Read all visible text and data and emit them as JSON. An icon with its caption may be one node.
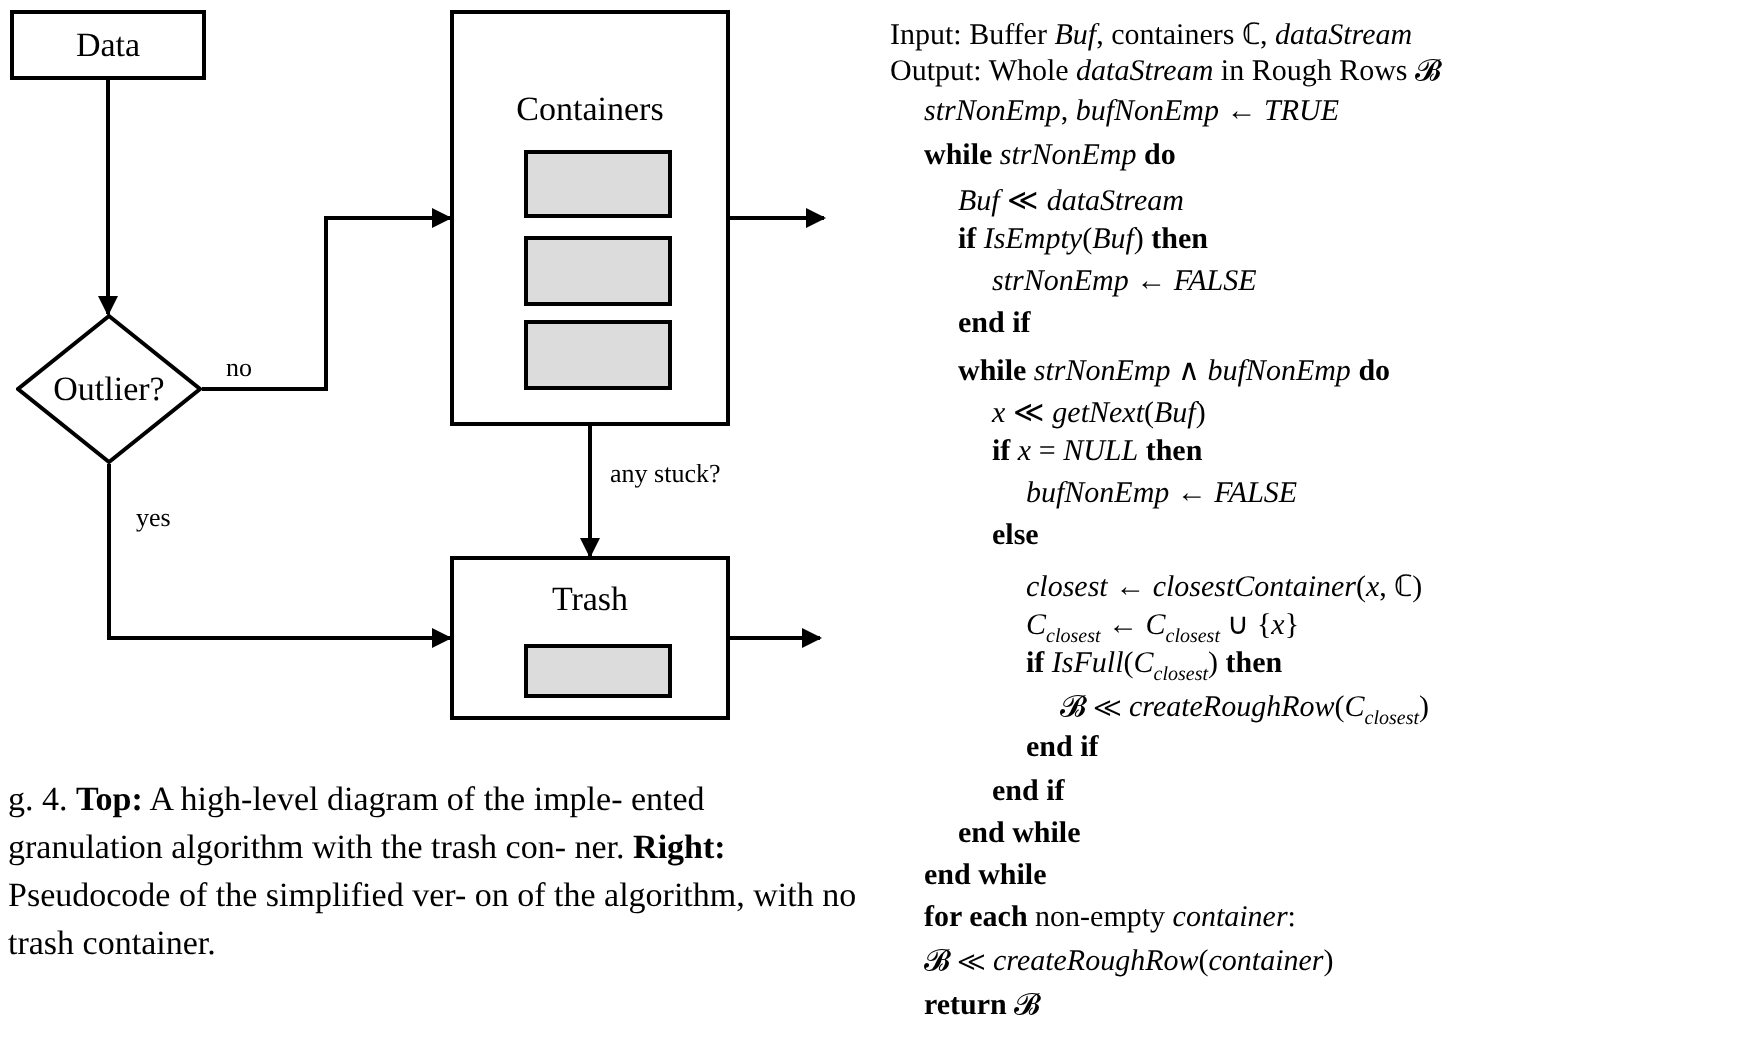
{
  "diagram": {
    "caption": "g. 4. **Top:** A high-level diagram of the imple- ented granulation algorithm with the trash con- ner. **Right:** Pseudocode of the simplified ver- on of the algorithm, with no trash container.",
    "nodes": [
      {
        "text": [
          "Data"
        ]
      },
      {
        "text": [
          "Outlier?"
        ]
      },
      {
        "text": [
          "Containers"
        ]
      },
      {
        "text": [],
        "shape": "box",
        "in": 2
      },
      {
        "text": [],
        "shape": "box",
        "in": 2
      },
      {
        "text": [],
        "shape": "box",
        "in": 2
      },
      {
        "text": [
          "Trash"
        ]
      },
      {
        "text": [],
        "shape": "box",
        "in": 6
      }
    ],
    "edges": [
      {
        "from": 0,
        "to": 1,
        "arrow": "to"
      },
      {
        "from": 1,
        "to": 2,
        "arrow": "to",
        "label": "no"
      },
      {
        "from": 1,
        "to": 6,
        "arrow": "to",
        "label": "yes"
      },
      {
        "from": 2,
        "to": 6,
        "arrow": "to",
        "label": "any stuck?"
      },
      {
        "from": 2,
        "to": null,
        "arrow": "to"
      },
      {
        "from": 6,
        "to": null,
        "arrow": "to"
      }
    ],
    "labels": [
      "Input: Buffer *Buf*, containers ℂ, *dataStream*",
      "Output: Whole *dataStream* in Rough Rows 𝓑",
      "*strNonEmp*, *bufNonEmp* ← *TRUE*",
      "**while** *strNonEmp* **do**",
      "*Buf* ≪ *dataStream*",
      "**if** *IsEmpty*(*Buf*) **then**",
      "*strNonEmp* ← *FALSE*",
      "**end if**",
      "**while** *strNonEmp* ∧ *bufNonEmp* **do**",
      "*x* ≪ *getNext*(*Buf*)",
      "**if** *x* = *NULL* **then**",
      "*bufNonEmp* ← *FALSE*",
      "**else**",
      "*closest* ← *closestContainer*(*x*, ℂ)",
      "*C*$_{closest}$ ← *C*$_{closest}$ ∪ {*x*}",
      "**if** *IsFull*(*C*$_{closest}$) **then**",
      "𝓑 ≪ *createRoughRow*(*C*$_{closest}$)",
      "**end if**",
      "**end if**",
      "**end while**",
      "**end while**",
      "**for each** non-empty *container*:",
      "𝓑 ≪ *createRoughRow*(*container*)",
      "**return** 𝓑"
    ]
  }
}
